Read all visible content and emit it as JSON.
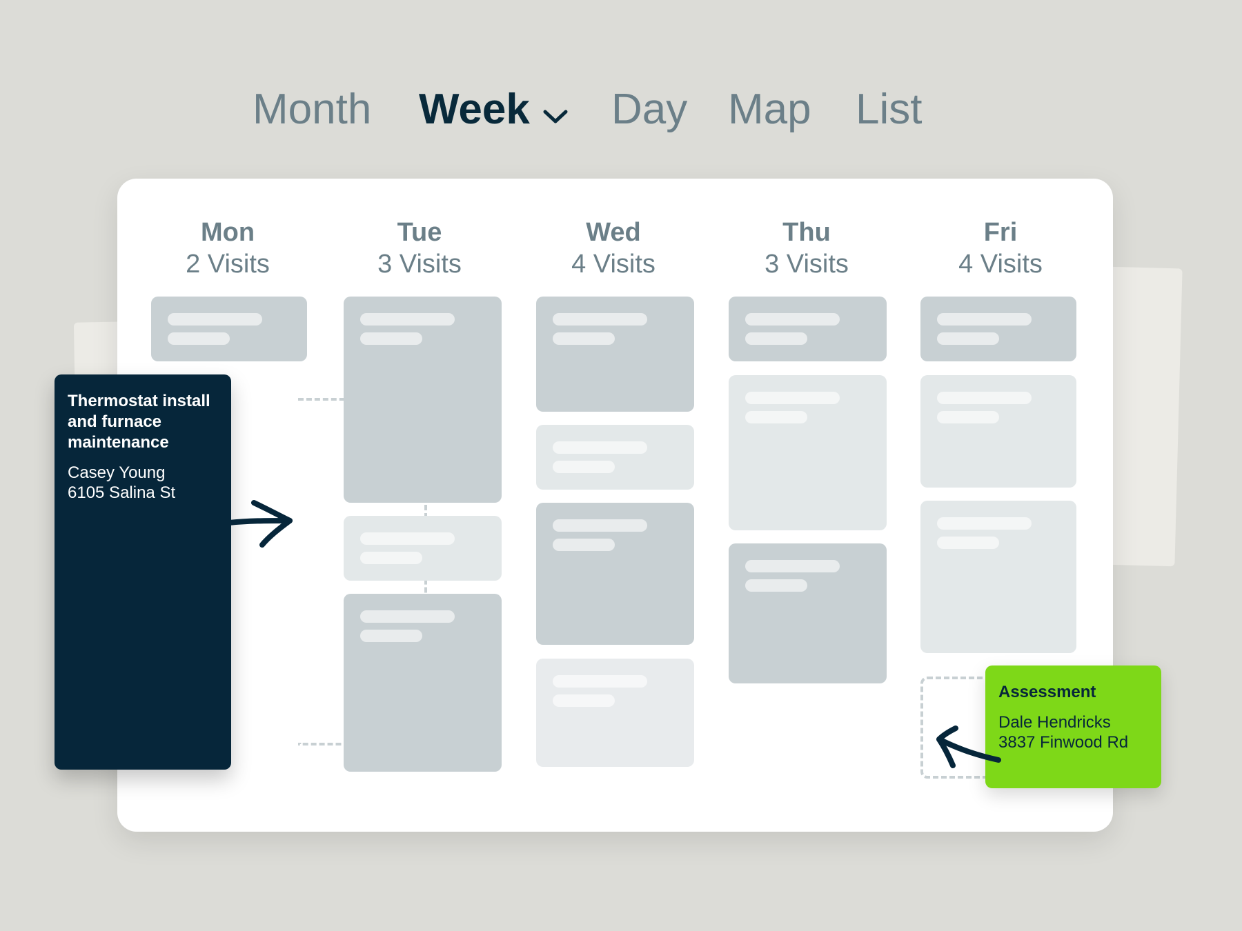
{
  "view_tabs": [
    {
      "label": "Month",
      "active": false
    },
    {
      "label": "Week",
      "active": true
    },
    {
      "label": "Day",
      "active": false
    },
    {
      "label": "Map",
      "active": false
    },
    {
      "label": "List",
      "active": false
    }
  ],
  "dropdown_icon": "chevron-down-icon",
  "days": [
    {
      "name": "Mon",
      "visits": "2 Visits"
    },
    {
      "name": "Tue",
      "visits": "3 Visits"
    },
    {
      "name": "Wed",
      "visits": "4 Visits"
    },
    {
      "name": "Thu",
      "visits": "3 Visits"
    },
    {
      "name": "Fri",
      "visits": "4 Visits"
    }
  ],
  "dragged_visits": [
    {
      "title": "Thermostat install and furnace maintenance",
      "person": "Casey Young",
      "address": "6105 Salina St",
      "color": "#06263a"
    },
    {
      "title": "Assessment",
      "person": "Dale Hendricks",
      "address": "3837 Finwood Rd",
      "color": "#7ed818"
    }
  ],
  "colors": {
    "background": "#dcdcd7",
    "text_muted": "#6b7f88",
    "text_active": "#08293a",
    "slot_dark": "#c8d0d3",
    "slot_light": "#e3e8e9"
  }
}
